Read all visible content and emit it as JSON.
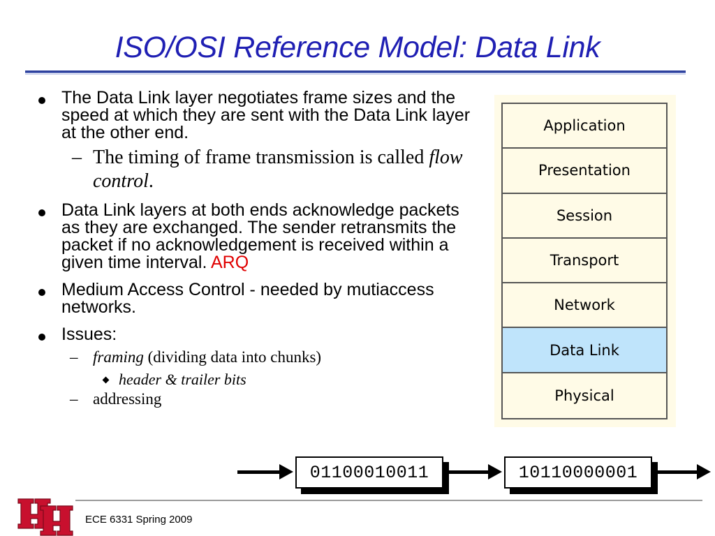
{
  "title": "ISO/OSI Reference Model: Data Link",
  "bullets": [
    {
      "text": "The Data Link layer negotiates frame sizes and the speed at which they are sent with the Data Link layer at the other end.",
      "sub": {
        "before": "The timing of frame transmission is called ",
        "em": "flow control",
        "after": "."
      }
    },
    {
      "text": "Data Link layers at both ends acknowledge packets as they are exchanged. The sender retransmits the packet if no acknowledgement is received within a given time interval. ",
      "highlight": "ARQ"
    },
    {
      "text": "Medium Access Control - needed by mutiaccess networks."
    },
    {
      "text": "Issues:",
      "sub1": {
        "em": "framing",
        "after": " (dividing data into chunks)"
      },
      "subsub": "header & trailer bits",
      "sub2": "addressing"
    }
  ],
  "osi_layers": [
    "Application",
    "Presentation",
    "Session",
    "Transport",
    "Network",
    "Data Link",
    "Physical"
  ],
  "highlighted_layer": "Data Link",
  "bit_frames": [
    "01100010011",
    "10110000001"
  ],
  "footer": "ECE 6331 Spring 2009",
  "colors": {
    "title": "#1f1fb3",
    "highlight_text": "#e00000",
    "layer_highlight": "#bfe4fb",
    "panel": "#fffbe7",
    "logo_red": "#c8102e"
  }
}
